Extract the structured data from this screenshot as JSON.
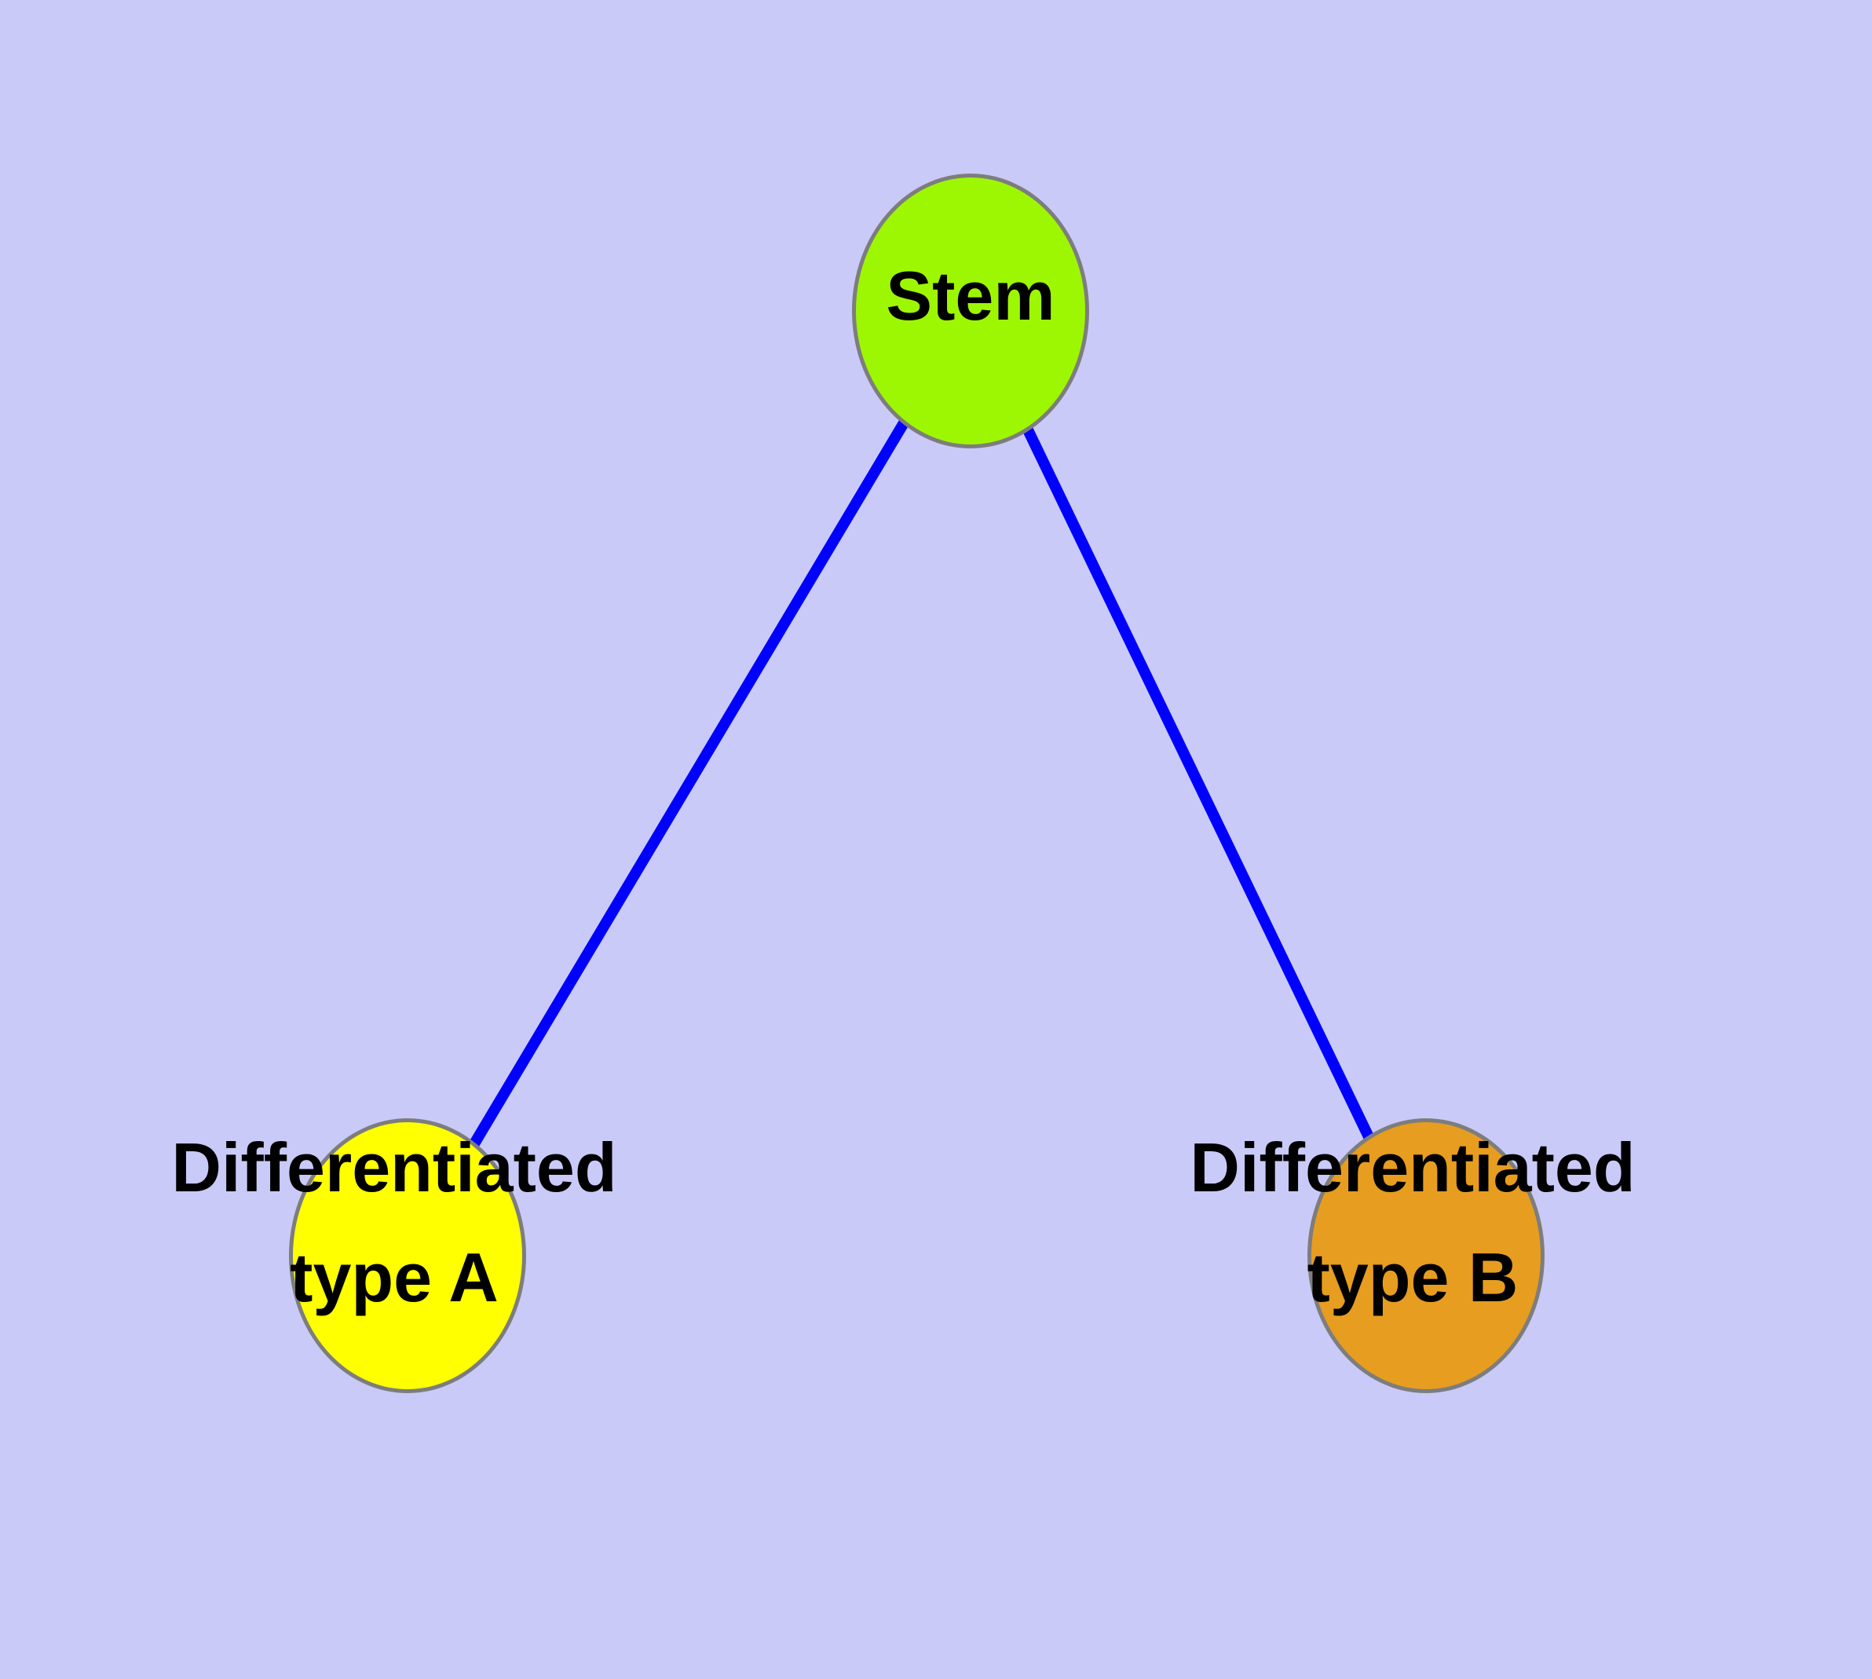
{
  "diagram": {
    "background_color": "#cacaf8",
    "edge_color": "#0000ff",
    "node_border_color": "#7d7d7d",
    "label_color": "#000000",
    "nodes": [
      {
        "id": "stem",
        "label": "Stem",
        "lines": [
          "Stem"
        ],
        "fill": "#9ef702",
        "shape": "ellipse"
      },
      {
        "id": "differentiated-type-a",
        "label": "Differentiated type A",
        "lines": [
          "Differentiated",
          "type A"
        ],
        "fill": "#ffff00",
        "shape": "ellipse"
      },
      {
        "id": "differentiated-type-b",
        "label": "Differentiated type B",
        "lines": [
          "Differentiated",
          "type B"
        ],
        "fill": "#e79d20",
        "shape": "ellipse"
      }
    ],
    "edges": [
      {
        "from": "Stem",
        "to": "Differentiated type A"
      },
      {
        "from": "Stem",
        "to": "Differentiated type B"
      }
    ]
  }
}
